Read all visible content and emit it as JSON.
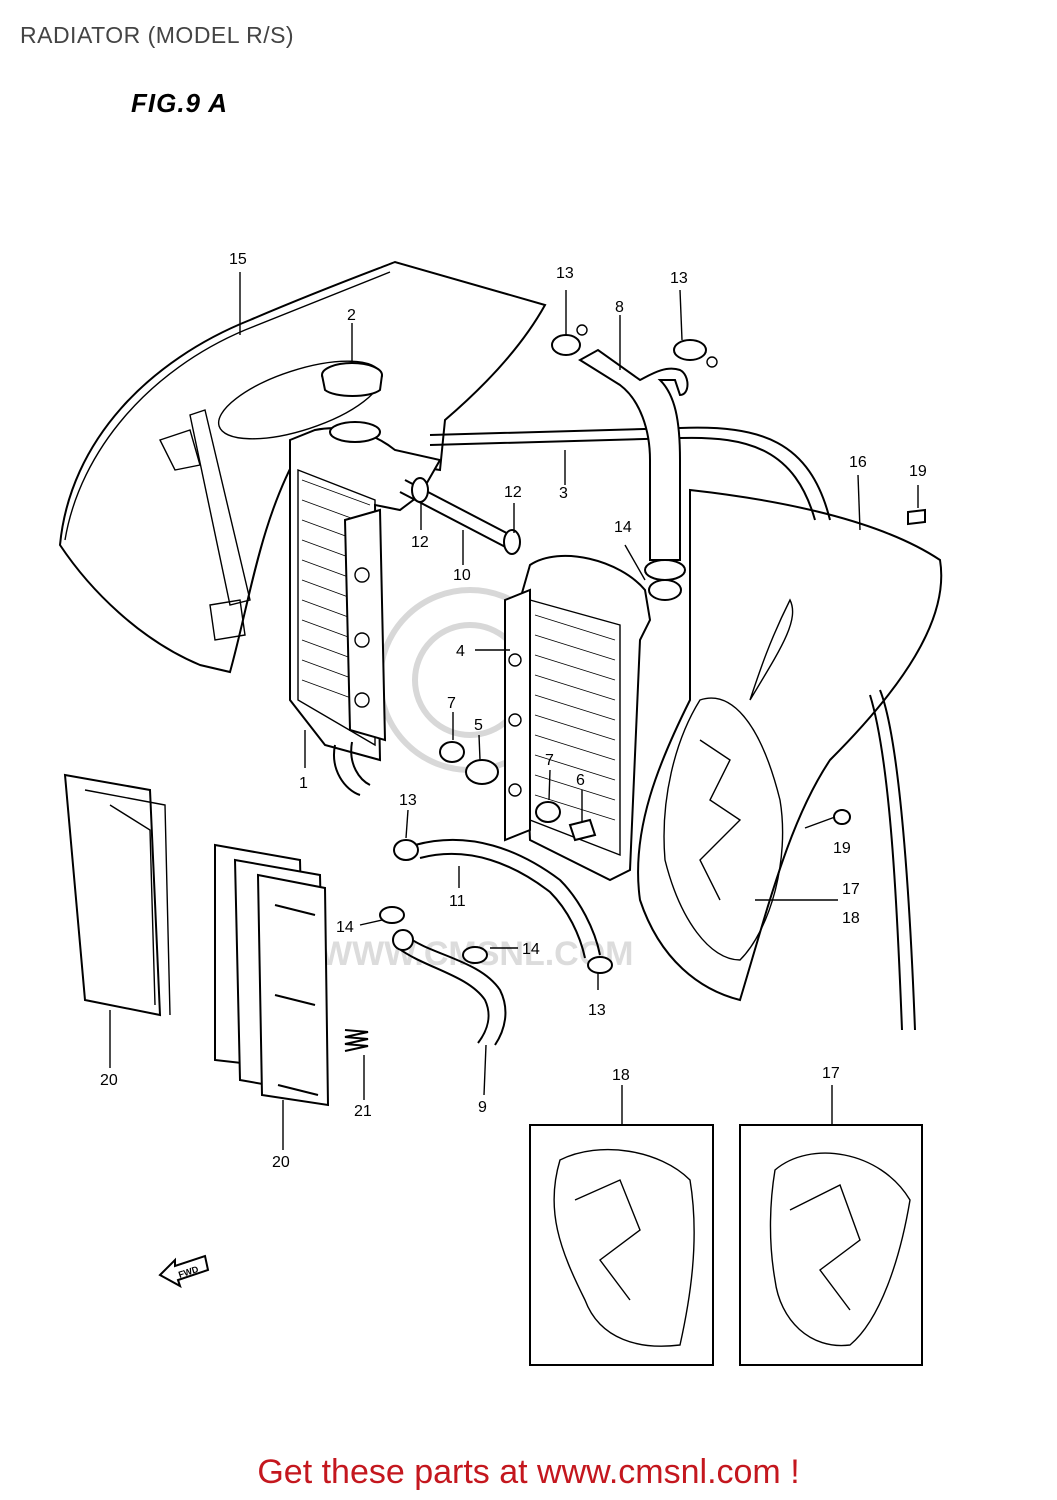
{
  "header": {
    "title": "RADIATOR (MODEL R/S)",
    "figure": "FIG.9 A"
  },
  "watermark": {
    "text": "WWW.CMSNL.COM"
  },
  "fwd_arrow": {
    "text": "FWD"
  },
  "callouts": [
    {
      "id": "c15",
      "label": "15"
    },
    {
      "id": "c2",
      "label": "2"
    },
    {
      "id": "c13a",
      "label": "13"
    },
    {
      "id": "c8",
      "label": "8"
    },
    {
      "id": "c13b",
      "label": "13"
    },
    {
      "id": "c16",
      "label": "16"
    },
    {
      "id": "c19a",
      "label": "19"
    },
    {
      "id": "c3",
      "label": "3"
    },
    {
      "id": "c12a",
      "label": "12"
    },
    {
      "id": "c12b",
      "label": "12"
    },
    {
      "id": "c10",
      "label": "10"
    },
    {
      "id": "c14a",
      "label": "14"
    },
    {
      "id": "c4",
      "label": "4"
    },
    {
      "id": "c7a",
      "label": "7"
    },
    {
      "id": "c5",
      "label": "5"
    },
    {
      "id": "c7b",
      "label": "7"
    },
    {
      "id": "c6",
      "label": "6"
    },
    {
      "id": "c1",
      "label": "1"
    },
    {
      "id": "c13c",
      "label": "13"
    },
    {
      "id": "c19b",
      "label": "19"
    },
    {
      "id": "c17a",
      "label": "17"
    },
    {
      "id": "c18a",
      "label": "18"
    },
    {
      "id": "c11",
      "label": "11"
    },
    {
      "id": "c14b",
      "label": "14"
    },
    {
      "id": "c14c",
      "label": "14"
    },
    {
      "id": "c13d",
      "label": "13"
    },
    {
      "id": "c20a",
      "label": "20"
    },
    {
      "id": "c21",
      "label": "21"
    },
    {
      "id": "c9",
      "label": "9"
    },
    {
      "id": "c20b",
      "label": "20"
    },
    {
      "id": "c18b",
      "label": "18"
    },
    {
      "id": "c17b",
      "label": "17"
    }
  ],
  "footer": {
    "text": "Get these parts at www.cmsnl.com !",
    "color": "#c4171e"
  }
}
